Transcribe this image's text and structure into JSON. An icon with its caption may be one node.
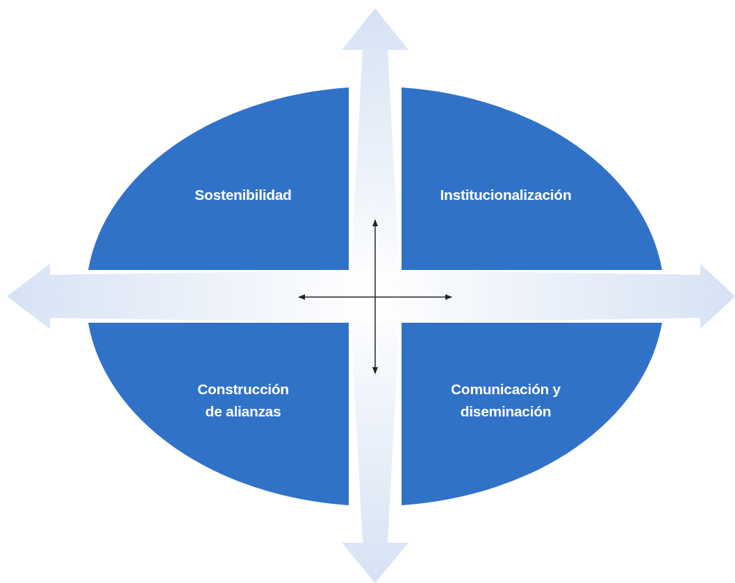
{
  "diagram": {
    "nodes": [
      {
        "text": [
          "Sostenibilidad"
        ]
      },
      {
        "text": [
          "Institucionalización"
        ]
      },
      {
        "text": [
          "Construcción de alianzas"
        ]
      },
      {
        "text": [
          "Comunicación y diseminación"
        ]
      }
    ]
  }
}
